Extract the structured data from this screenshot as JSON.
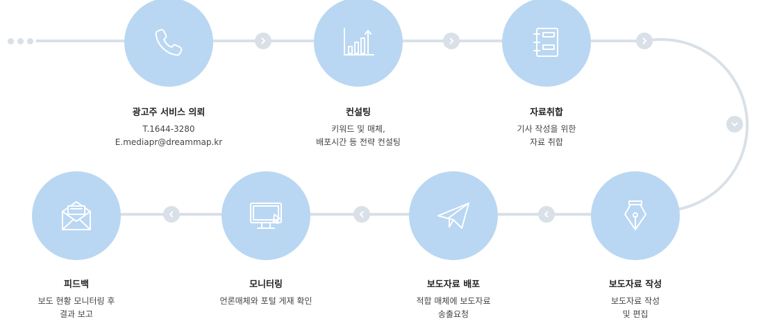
{
  "steps": [
    {
      "title": "광고주 서비스 의뢰",
      "desc": [
        "T.1644-3280",
        "E.mediapr@dreammap.kr"
      ],
      "icon": "phone-icon"
    },
    {
      "title": "컨설팅",
      "desc": [
        "키워드 및 매체,",
        "배포시간 등 전략 컨설팅"
      ],
      "icon": "bar-chart-icon"
    },
    {
      "title": "자료취합",
      "desc": [
        "기사 작성을 위한",
        "자료 취합"
      ],
      "icon": "notebook-icon"
    },
    {
      "title": "보도자료 작성",
      "desc": [
        "보도자료 작성",
        "및 편집"
      ],
      "icon": "fountain-pen-icon"
    },
    {
      "title": "보도자료 배포",
      "desc": [
        "적합 매체에 보도자료",
        "송출요청"
      ],
      "icon": "paper-plane-icon"
    },
    {
      "title": "모니터링",
      "desc": [
        "언론매체와 포털 게재 확인"
      ],
      "icon": "monitor-icon"
    },
    {
      "title": "피드백",
      "desc": [
        "보도 현황 모니터링 후",
        "결과 보고"
      ],
      "icon": "envelope-icon"
    }
  ],
  "colors": {
    "circle": "#b9d7f2",
    "track": "#d9e0e8",
    "icon": "#ffffff"
  }
}
